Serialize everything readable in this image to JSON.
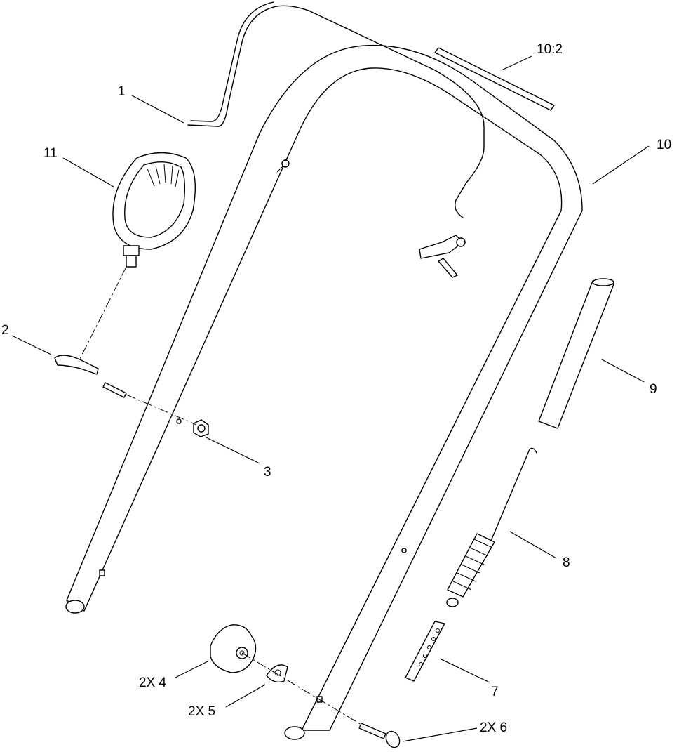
{
  "callouts": [
    {
      "id": "c1",
      "text": "1"
    },
    {
      "id": "c11",
      "text": "11"
    },
    {
      "id": "c2",
      "text": "2"
    },
    {
      "id": "c3",
      "text": "3"
    },
    {
      "id": "c102",
      "text": "10:2"
    },
    {
      "id": "c10",
      "text": "10"
    },
    {
      "id": "c9",
      "text": "9"
    },
    {
      "id": "c8",
      "text": "8"
    },
    {
      "id": "c7",
      "text": "7"
    },
    {
      "id": "c4",
      "text": "2X 4"
    },
    {
      "id": "c5",
      "text": "2X 5"
    },
    {
      "id": "c6",
      "text": "2X 6"
    }
  ]
}
